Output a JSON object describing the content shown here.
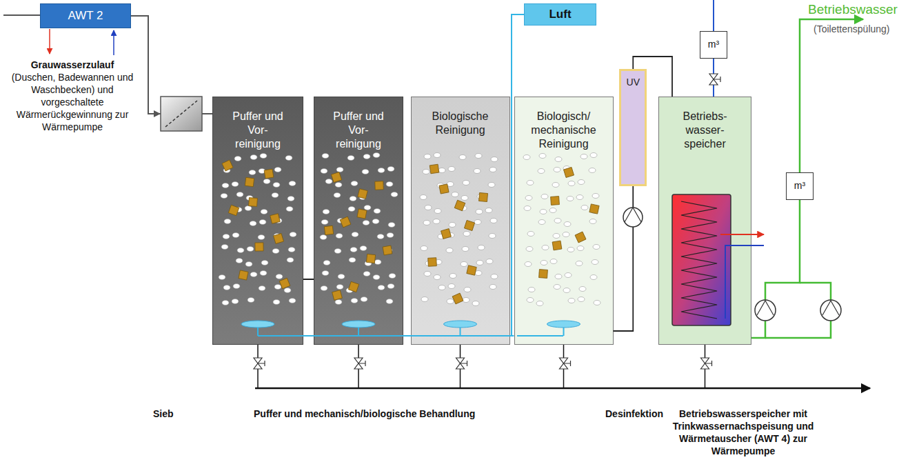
{
  "diagram": {
    "nodes": [
      {
        "text": [
          "AWT 2"
        ]
      },
      {
        "text": [
          "Puffer und Vor- reinigung"
        ]
      },
      {
        "text": [
          "Puffer und Vor- reinigung"
        ]
      },
      {
        "text": [
          "Biologische Reinigung"
        ]
      },
      {
        "text": [
          "Biologisch/ mechanische Reinigung"
        ]
      },
      {
        "text": [
          "UV"
        ]
      },
      {
        "text": [
          "Betriebs- wasser- speicher"
        ]
      },
      {
        "text": [
          "Luft"
        ]
      },
      {
        "text": [
          "m³"
        ]
      },
      {
        "text": [
          "m³"
        ]
      }
    ],
    "edges": [
      {
        "from": 0,
        "to": 1,
        "arrow": "none"
      },
      {
        "from": 1,
        "to": 2,
        "arrow": "none"
      },
      {
        "from": 7,
        "to": 1,
        "arrow": "none"
      },
      {
        "from": 7,
        "to": 2,
        "arrow": "none"
      },
      {
        "from": 7,
        "to": 3,
        "arrow": "none"
      },
      {
        "from": 7,
        "to": 4,
        "arrow": "none"
      },
      {
        "from": 4,
        "to": 5,
        "arrow": "none"
      },
      {
        "from": 5,
        "to": 6,
        "arrow": "none"
      },
      {
        "from": 8,
        "to": 6,
        "arrow": "none"
      },
      {
        "from": 6,
        "to": 9,
        "arrow": "none"
      }
    ],
    "labels": [
      "Grauwasserzulauf",
      "(Duschen, Badewannen und Waschbecken) und vorgeschaltete Wärmerückgewinnung zur Wärmepumpe",
      "Betriebswasser",
      "(Toilettenspülung)",
      "Sieb",
      "Puffer und mechanisch/biologische Behandlung",
      "Desinfektion",
      "Betriebswasserspeicher mit Trinkwassernachspeisung und Wärmetauscher (AWT 4) zur Wärmepumpe"
    ]
  }
}
